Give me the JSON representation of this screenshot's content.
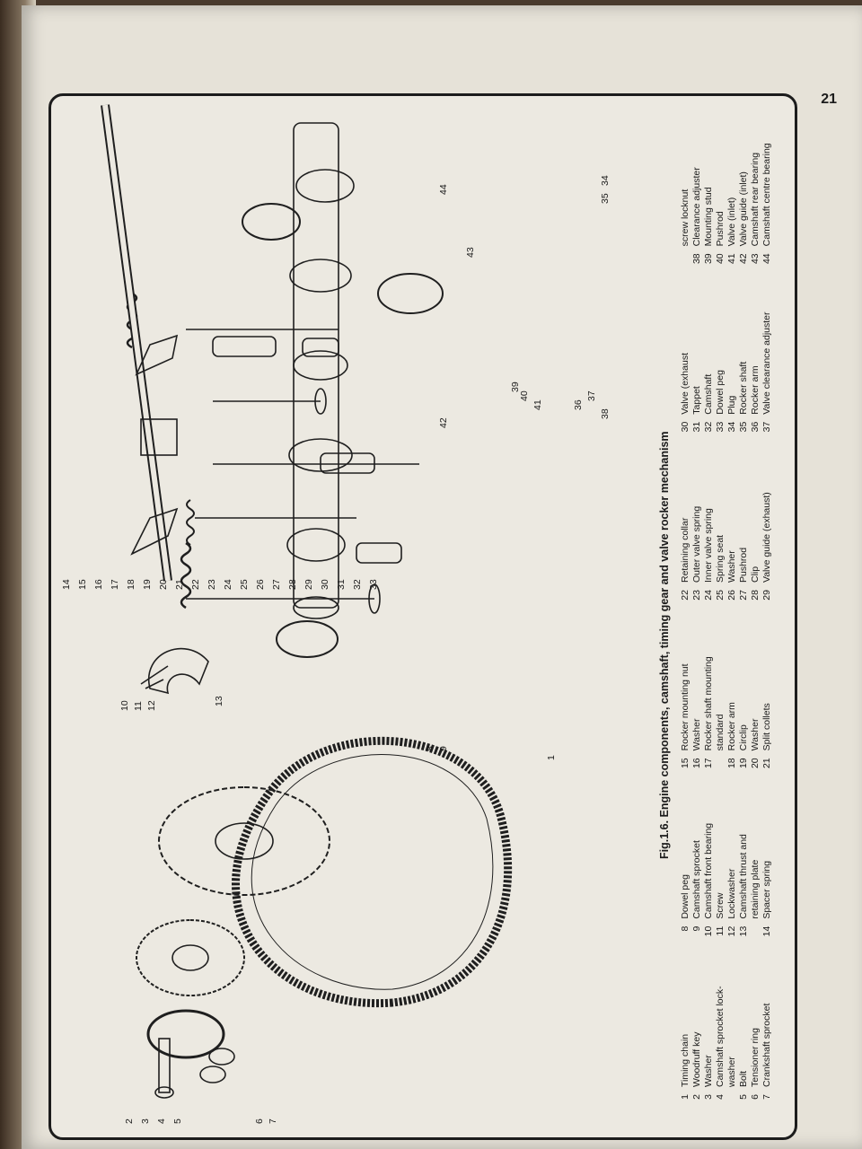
{
  "page_number": "21",
  "caption": "Fig.1.6. Engine components, camshaft, timing gear and valve rocker mechanism",
  "callout_numbers": [
    "1",
    "2",
    "3",
    "4",
    "5",
    "6",
    "7",
    "8",
    "9",
    "10",
    "11",
    "12",
    "13",
    "14",
    "15",
    "16",
    "17",
    "18",
    "19",
    "20",
    "21",
    "22",
    "23",
    "24",
    "25",
    "26",
    "27",
    "28",
    "29",
    "30",
    "31",
    "32",
    "33",
    "34",
    "35",
    "36",
    "37",
    "38",
    "39",
    "40",
    "41",
    "42",
    "43",
    "44"
  ],
  "legend_columns": [
    [
      {
        "num": "1",
        "text": "Timing chain"
      },
      {
        "num": "2",
        "text": "Woodruff key"
      },
      {
        "num": "3",
        "text": "Washer"
      },
      {
        "num": "4",
        "text": "Camshaft sprocket lock-"
      },
      {
        "num": "",
        "text": "washer"
      },
      {
        "num": "5",
        "text": "Bolt"
      },
      {
        "num": "6",
        "text": "Tensioner ring"
      },
      {
        "num": "7",
        "text": "Crankshaft sprocket"
      }
    ],
    [
      {
        "num": "8",
        "text": "Dowel peg"
      },
      {
        "num": "9",
        "text": "Camshaft sprocket"
      },
      {
        "num": "10",
        "text": "Camshaft front bearing"
      },
      {
        "num": "11",
        "text": "Screw"
      },
      {
        "num": "12",
        "text": "Lockwasher"
      },
      {
        "num": "13",
        "text": "Camshaft thrust and"
      },
      {
        "num": "",
        "text": "retaining plate"
      },
      {
        "num": "14",
        "text": "Spacer spring"
      }
    ],
    [
      {
        "num": "15",
        "text": "Rocker mounting nut"
      },
      {
        "num": "16",
        "text": "Washer"
      },
      {
        "num": "17",
        "text": "Rocker shaft mounting"
      },
      {
        "num": "",
        "text": "standard"
      },
      {
        "num": "18",
        "text": "Rocker arm"
      },
      {
        "num": "19",
        "text": "Circlip"
      },
      {
        "num": "20",
        "text": "Washer"
      },
      {
        "num": "21",
        "text": "Split collets"
      }
    ],
    [
      {
        "num": "22",
        "text": "Retaining collar"
      },
      {
        "num": "23",
        "text": "Outer valve spring"
      },
      {
        "num": "24",
        "text": "Inner valve spring"
      },
      {
        "num": "25",
        "text": "Spring seat"
      },
      {
        "num": "26",
        "text": "Washer"
      },
      {
        "num": "27",
        "text": "Pushrod"
      },
      {
        "num": "28",
        "text": "Clip"
      },
      {
        "num": "29",
        "text": "Valve guide (exhaust)"
      }
    ],
    [
      {
        "num": "30",
        "text": "Valve (exhaust"
      },
      {
        "num": "31",
        "text": "Tappet"
      },
      {
        "num": "32",
        "text": "Camshaft"
      },
      {
        "num": "33",
        "text": "Dowel peg"
      },
      {
        "num": "34",
        "text": "Plug"
      },
      {
        "num": "35",
        "text": "Rocker shaft"
      },
      {
        "num": "36",
        "text": "Rocker arm"
      },
      {
        "num": "37",
        "text": "Valve clearance adjuster"
      }
    ],
    [
      {
        "num": "",
        "text": "screw locknut"
      },
      {
        "num": "38",
        "text": "Clearance adjuster"
      },
      {
        "num": "39",
        "text": "Mounting stud"
      },
      {
        "num": "40",
        "text": "Pushrod"
      },
      {
        "num": "41",
        "text": "Valve (inlet)"
      },
      {
        "num": "42",
        "text": "Valve guide (inlet)"
      },
      {
        "num": "43",
        "text": "Camshaft rear bearing"
      },
      {
        "num": "44",
        "text": "Camshaft centre bearing"
      }
    ]
  ]
}
